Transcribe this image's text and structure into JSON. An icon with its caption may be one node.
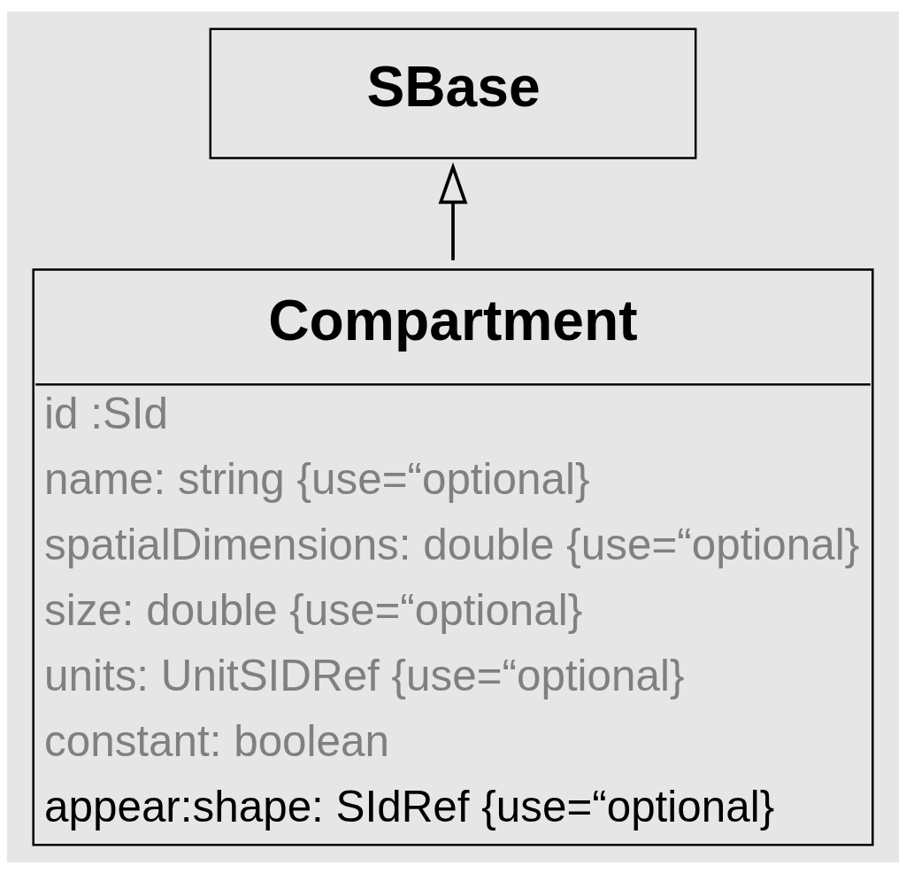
{
  "diagram": {
    "nodes": [
      {
        "text": [
          "SBase"
        ]
      },
      {
        "text": [
          "Compartment",
          "id :SId",
          "name: string {use=“optional}",
          "spatialDimensions: double {use=“optional}",
          "size: double {use=“optional}",
          "units: UnitSIDRef {use=“optional}",
          "constant: boolean",
          "appear:shape: SIdRef {use=“optional}"
        ]
      }
    ],
    "edges": [
      {
        "from": 1,
        "to": 0,
        "arrow": "to"
      }
    ]
  }
}
